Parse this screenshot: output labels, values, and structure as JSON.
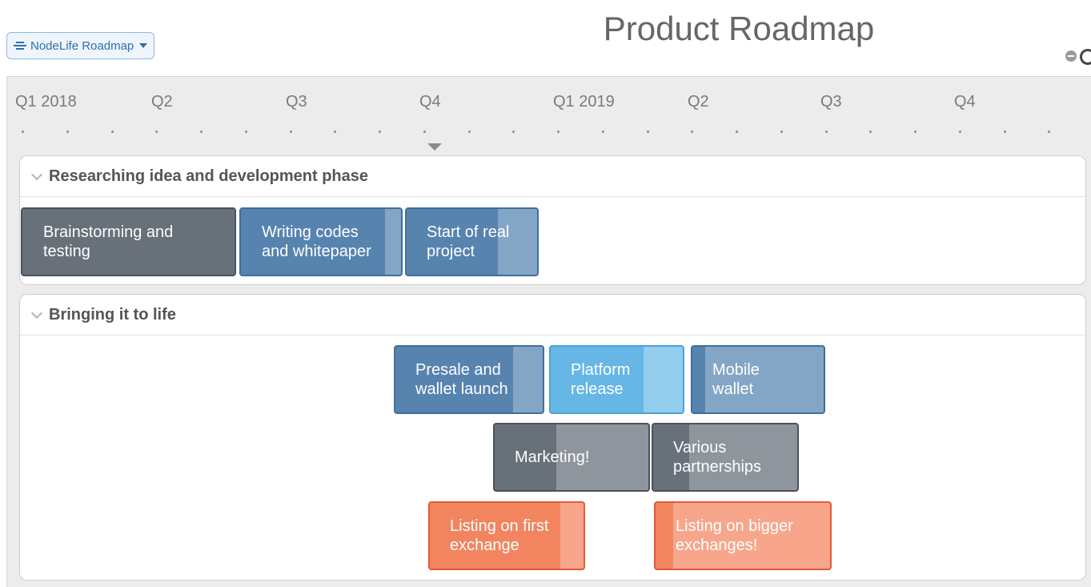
{
  "header": {
    "roadmap_selector_label": "NodeLife Roadmap",
    "title": "Product Roadmap"
  },
  "timeline": {
    "quarters": [
      "Q1 2018",
      "Q2",
      "Q3",
      "Q4",
      "Q1 2019",
      "Q2",
      "Q3",
      "Q4"
    ]
  },
  "colors": {
    "gray": "#68707a",
    "blue": "#5783af",
    "light_blue": "#66b6e6",
    "orange": "#f2855f"
  },
  "phases": [
    {
      "title": "Researching idea and development phase",
      "tasks": [
        {
          "label": "Brainstorming and\ntesting",
          "color": "gray",
          "progress": 1.0
        },
        {
          "label": "Writing codes\nand whitepaper",
          "color": "blue",
          "progress": 0.9
        },
        {
          "label": "Start of real\nproject",
          "color": "blue",
          "progress": 0.7
        }
      ]
    },
    {
      "title": "Bringing it to life",
      "tasks": [
        {
          "label": "Presale and\nwallet launch",
          "color": "blue",
          "progress": 0.8
        },
        {
          "label": "Platform\nrelease",
          "color": "light_blue",
          "progress": 0.7
        },
        {
          "label": "Mobile\nwallet",
          "color": "blue",
          "progress": 0.1
        },
        {
          "label": "Marketing!",
          "color": "gray",
          "progress": 0.4
        },
        {
          "label": "Various\npartnerships",
          "color": "gray",
          "progress": 0.25
        },
        {
          "label": "Listing on first\nexchange",
          "color": "orange",
          "progress": 0.85
        },
        {
          "label": "Listing on bigger\nexchanges!",
          "color": "orange",
          "progress": 0.1
        }
      ]
    }
  ]
}
